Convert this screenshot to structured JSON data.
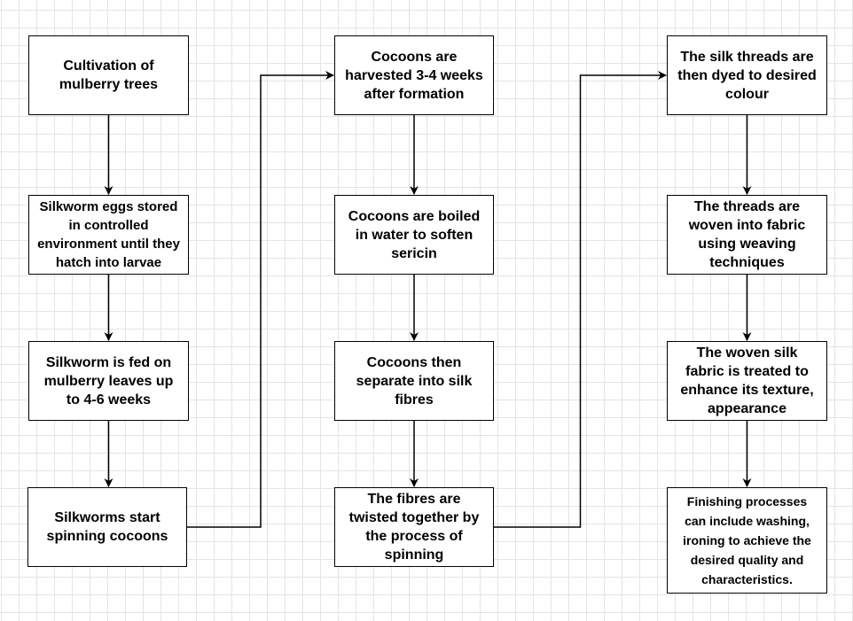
{
  "nodes": [
    {
      "id": "n1",
      "name": "node-cultivation-mulberry",
      "text": "Cultivation of\nmulberry trees"
    },
    {
      "id": "n2",
      "name": "node-silkworm-eggs-stored",
      "text": "Silkworm eggs stored\nin controlled\nenvironment until they\nhatch into larvae"
    },
    {
      "id": "n3",
      "name": "node-silkworm-fed",
      "text": "Silkworm is fed on\nmulberry leaves up\nto 4-6 weeks"
    },
    {
      "id": "n4",
      "name": "node-spinning-cocoons",
      "text": "Silkworms start\nspinning cocoons"
    },
    {
      "id": "n5",
      "name": "node-cocoons-harvested",
      "text": "Cocoons are\nharvested 3-4 weeks\nafter formation"
    },
    {
      "id": "n6",
      "name": "node-cocoons-boiled",
      "text": "Cocoons are boiled\nin water to soften\nsericin"
    },
    {
      "id": "n7",
      "name": "node-separate-fibres",
      "text": "Cocoons then\nseparate into silk\nfibres"
    },
    {
      "id": "n8",
      "name": "node-fibres-twisted",
      "text": "The fibres are\ntwisted together by\nthe process of\nspinning"
    },
    {
      "id": "n9",
      "name": "node-threads-dyed",
      "text": "The silk threads are\nthen dyed to desired\ncolour"
    },
    {
      "id": "n10",
      "name": "node-threads-woven",
      "text": "The threads are\nwoven into fabric\nusing weaving\ntechniques"
    },
    {
      "id": "n11",
      "name": "node-fabric-treated",
      "text": "The woven silk\nfabric is treated to\nenhance its texture,\nappearance"
    },
    {
      "id": "n12",
      "name": "node-finishing-processes",
      "text": "Finishing processes\ncan include washing,\nironing to achieve the\ndesired quality and\ncharacteristics."
    }
  ],
  "edges": [
    {
      "from": "n1",
      "to": "n2"
    },
    {
      "from": "n2",
      "to": "n3"
    },
    {
      "from": "n3",
      "to": "n4"
    },
    {
      "from": "n4",
      "to": "n5"
    },
    {
      "from": "n5",
      "to": "n6"
    },
    {
      "from": "n6",
      "to": "n7"
    },
    {
      "from": "n7",
      "to": "n8"
    },
    {
      "from": "n8",
      "to": "n9"
    },
    {
      "from": "n9",
      "to": "n10"
    },
    {
      "from": "n10",
      "to": "n11"
    },
    {
      "from": "n11",
      "to": "n12"
    }
  ],
  "colors": {
    "stroke": "#000000",
    "node_fill": "#ffffff",
    "grid": "#e4e4e4"
  }
}
